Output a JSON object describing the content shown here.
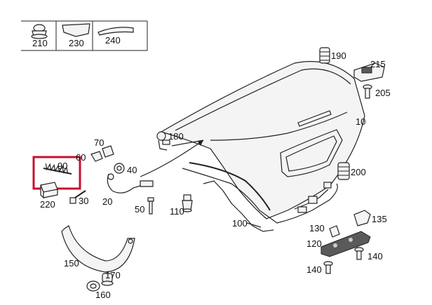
{
  "diagram": {
    "part_numbers": {
      "p210": "210",
      "p230": "230",
      "p240": "240",
      "p190": "190",
      "p215": "215",
      "p205": "205",
      "p10": "10",
      "p180": "180",
      "p70": "70",
      "p60": "60",
      "p40": "40",
      "p90": "90",
      "p200": "200",
      "p220": "220",
      "p30": "30",
      "p20": "20",
      "p50": "50",
      "p110": "110",
      "p135": "135",
      "p100": "100",
      "p130": "130",
      "p120": "120",
      "p140a": "140",
      "p140b": "140",
      "p150": "150",
      "p160": "160",
      "p170": "170"
    },
    "highlight_color": "#c8102e"
  }
}
